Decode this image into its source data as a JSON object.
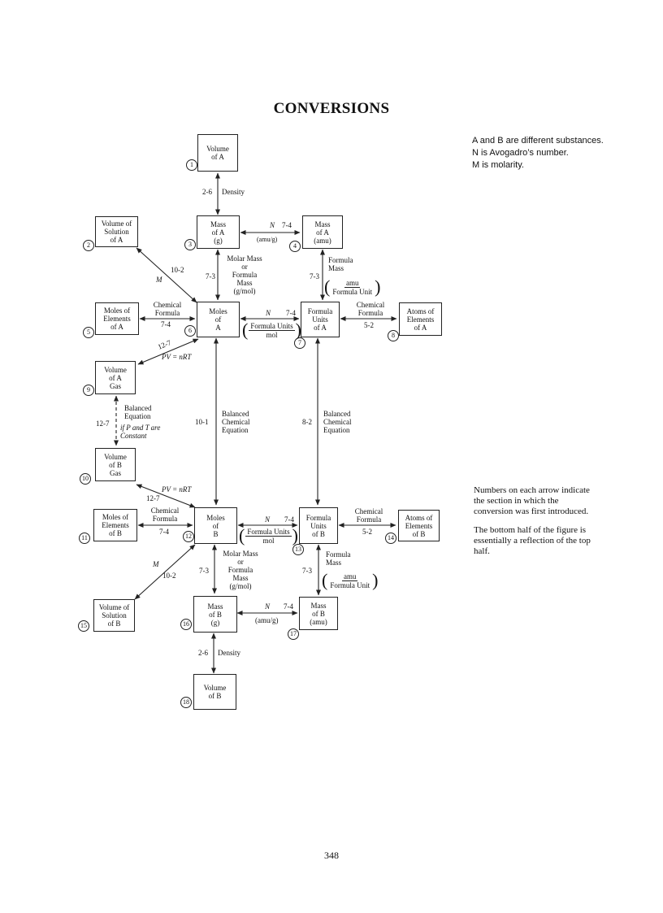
{
  "title": "CONVERSIONS",
  "notes_top": [
    "A and B are different substances.",
    "N is Avogadro’s number.",
    "M is molarity."
  ],
  "notes_bottom": [
    "Numbers on each arrow indicate the section in which the conversion was first introduced.",
    "The bottom half of the figure is essentially a reflection of the top half."
  ],
  "page_number": "348",
  "boxes": {
    "b1": "Volume\nof A",
    "b2": "Volume of\nSolution\nof A",
    "b3": "Mass\nof A\n(g)",
    "b4": "Mass\nof A\n(amu)",
    "b5": "Moles of\nElements\nof A",
    "b6": "Moles\nof\nA",
    "b7": "Formula\nUnits\nof A",
    "b8": "Atoms of\nElements\nof A",
    "b9": "Volume\nof A\nGas",
    "b10": "Volume\nof B\nGas",
    "b11": "Moles of\nElements\nof B",
    "b12": "Moles\nof\nB",
    "b13": "Formula\nUnits\nof B",
    "b14": "Atoms of\nElements\nof B",
    "b15": "Volume of\nSolution\nof B",
    "b16": "Mass\nof B\n(g)",
    "b17": "Mass\nof B\n(amu)",
    "b18": "Volume\nof B"
  },
  "circle_numbers": [
    "1",
    "2",
    "3",
    "4",
    "5",
    "6",
    "7",
    "8",
    "9",
    "10",
    "11",
    "12",
    "13",
    "14",
    "15",
    "16",
    "17",
    "18"
  ],
  "labels": {
    "density": "Density",
    "sec_2_6": "2-6",
    "N": "N",
    "sec_7_4": "7-4",
    "amu_per_g": "(amu/g)",
    "sec_7_3": "7-3",
    "molar_mass": "Molar Mass\nor\nFormula\nMass\n(g/mol)",
    "formula_mass": "Formula\nMass",
    "amu": "amu",
    "formula_unit": "Formula Unit",
    "formula_units": "Formula Units",
    "mol": "mol",
    "sec_10_2": "10-2",
    "M": "M",
    "chemical_formula": "Chemical\nFormula",
    "sec_5_2": "5-2",
    "sec_12_7": "12-7",
    "pv_nrt": "PV = nRT",
    "balanced_eq": "Balanced\nEquation",
    "if_pt_constant": "if P and T are\nConstant",
    "sec_10_1": "10-1",
    "balanced_chem_eq": "Balanced\nChemical\nEquation",
    "sec_8_2": "8-2"
  }
}
